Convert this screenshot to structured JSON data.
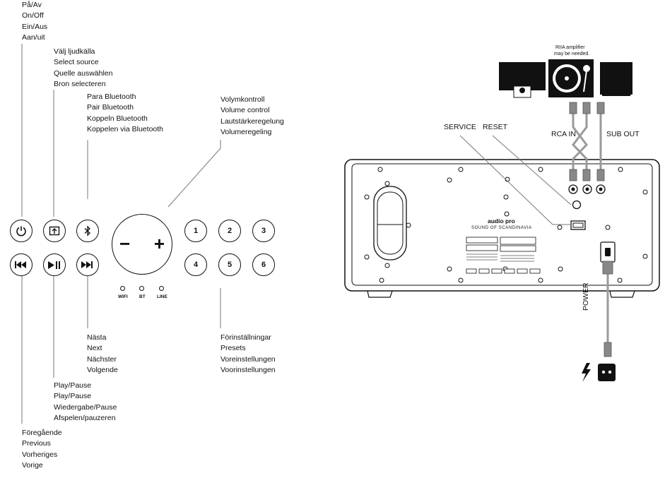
{
  "labels": {
    "power": [
      "På/Av",
      "On/Off",
      "Ein/Aus",
      "Aan/uit"
    ],
    "source": [
      "Välj ljudkälla",
      "Select source",
      "Quelle auswählen",
      "Bron selecteren"
    ],
    "bluetooth": [
      "Para Bluetooth",
      "Pair Bluetooth",
      "Koppeln Bluetooth",
      "Koppelen via Bluetooth"
    ],
    "volume": [
      "Volymkontroll",
      "Volume control",
      "Lautstärkeregelung",
      "Volumeregeling"
    ],
    "next": [
      "Nästa",
      "Next",
      "Nächster",
      "Volgende"
    ],
    "presets": [
      "Förinställningar",
      "Presets",
      "Voreinstellungen",
      "Voorinstellungen"
    ],
    "playpause": [
      "Play/Pause",
      "Play/Pause",
      "Wiedergabe/Pause",
      "Afspelen/pauzeren"
    ],
    "previous": [
      "Föregående",
      "Previous",
      "Vorheriges",
      "Vorige"
    ]
  },
  "presets": [
    "1",
    "2",
    "3",
    "4",
    "5",
    "6"
  ],
  "volume_symbols": {
    "minus": "−",
    "plus": "+"
  },
  "leds": [
    "WIFI",
    "BT",
    "LINE"
  ],
  "rear": {
    "service": "SERVICE",
    "reset": "RESET",
    "rca_in": "RCA IN",
    "sub_out": "SUB OUT",
    "power": "POWER",
    "riaa_note": [
      "RIIA amplifier",
      "may be needed."
    ],
    "brand": "audio pro",
    "tagline": "SOUND OF SCANDINAVIA"
  }
}
